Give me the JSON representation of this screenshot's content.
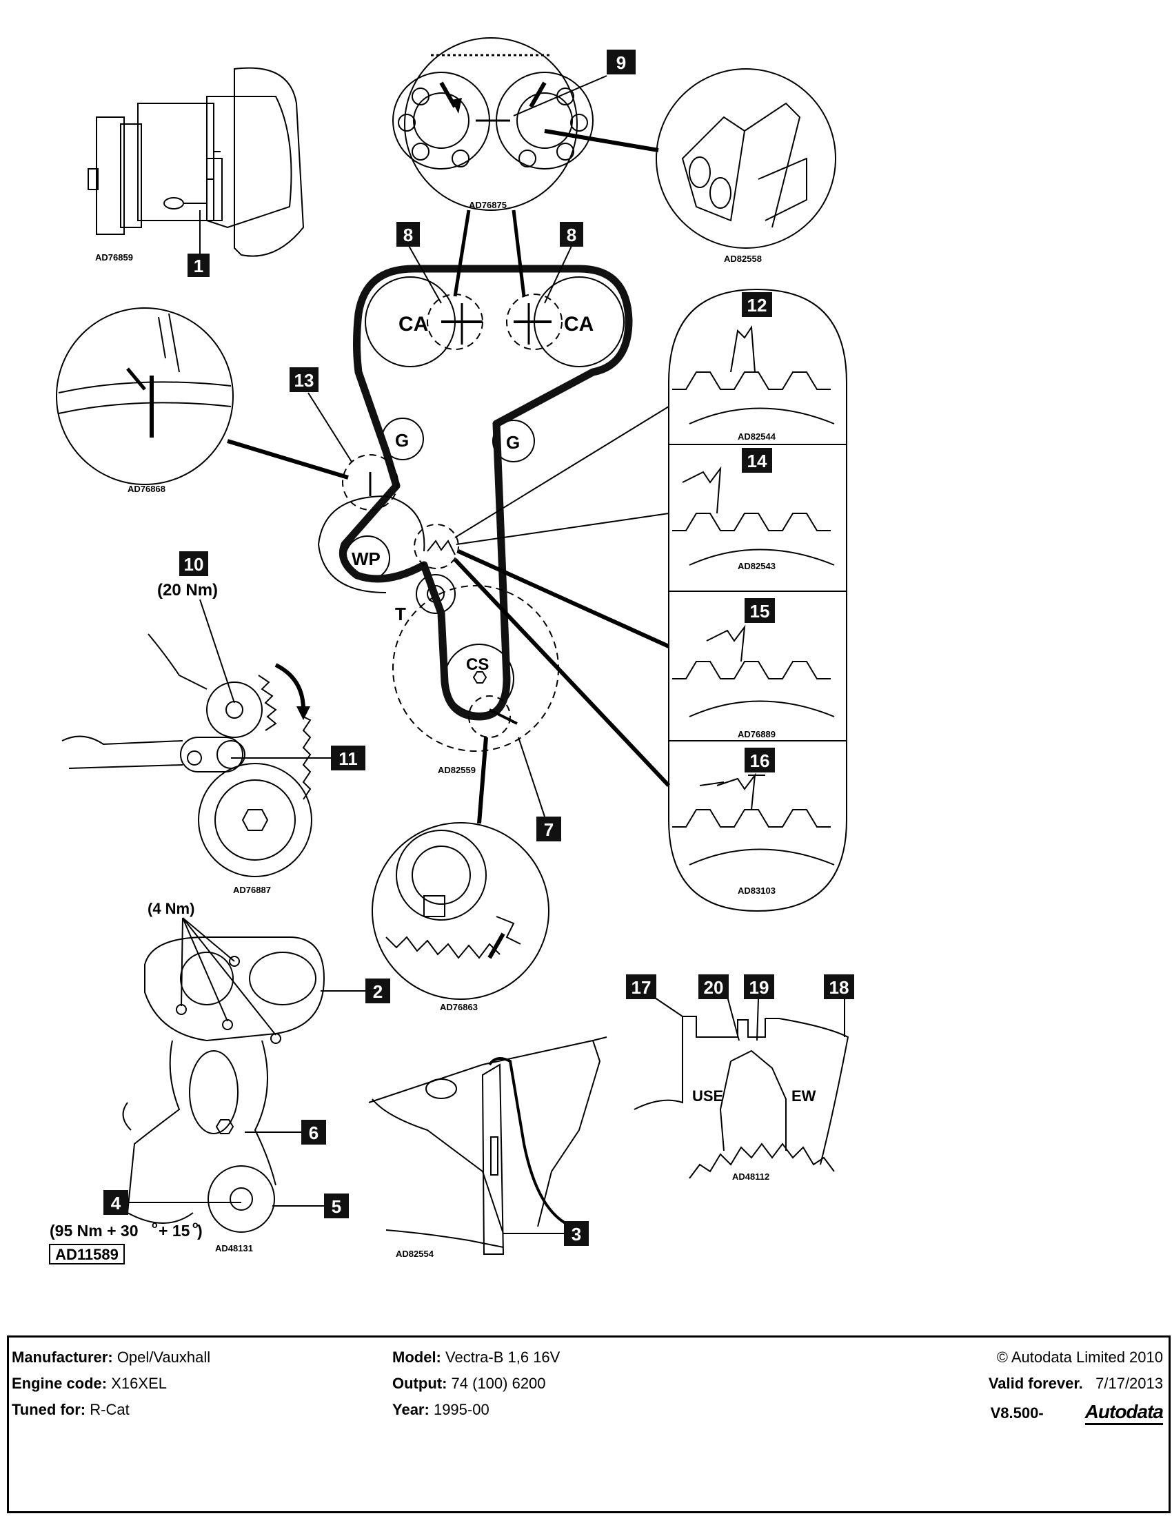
{
  "callouts": {
    "c1": "1",
    "c2": "2",
    "c3": "3",
    "c4": "4",
    "c5": "5",
    "c6": "6",
    "c7": "7",
    "c8a": "8",
    "c8b": "8",
    "c9": "9",
    "c10": "10",
    "c11": "11",
    "c12": "12",
    "c13": "13",
    "c14": "14",
    "c15": "15",
    "c16": "16",
    "c17": "17",
    "c18": "18",
    "c19": "19",
    "c20": "20"
  },
  "refs": {
    "tensioner_top": "AD76859",
    "sprockets_top": "AD76875",
    "lock_tool": "AD82558",
    "mark_cam_left": "AD76868",
    "layout": "AD82559",
    "tensioner_adjust": "AD76887",
    "crank_sprocket": "AD76863",
    "pointer_12": "AD82544",
    "pointer_14": "AD82543",
    "pointer_15": "AD76889",
    "pointer_16": "AD83103",
    "covers": "AD48131",
    "crank_pin": "AD82554",
    "belt_used_new": "AD48112",
    "main_ref": "AD11589"
  },
  "pulleys": {
    "ca_left": "CA",
    "ca_right": "CA",
    "g_left": "G",
    "g_right": "G",
    "wp": "WP",
    "t": "T",
    "cs": "CS"
  },
  "torques": {
    "tensioner": "(20 Nm)",
    "cover": "(4 Nm)",
    "crank_bolt": "(95 Nm + 30",
    "crank_bolt_2": "+ 15",
    "deg": "o",
    "close": ")"
  },
  "belt_marks": {
    "used": "USE",
    "new": "EW"
  },
  "footer": {
    "manufacturer_label": "Manufacturer:",
    "manufacturer": "Opel/Vauxhall",
    "engine_label": "Engine code:",
    "engine": "X16XEL",
    "tuned_label": "Tuned for:",
    "tuned": "R-Cat",
    "model_label": "Model:",
    "model": "Vectra-B  1,6 16V",
    "output_label": "Output:",
    "output": "74 (100) 6200",
    "year_label": "Year:",
    "year": "1995-00",
    "copyright": "© Autodata Limited 2010",
    "valid_label": "Valid forever.",
    "valid_date": "7/17/2013",
    "version": "V8.500-",
    "logo": "Autodata"
  }
}
